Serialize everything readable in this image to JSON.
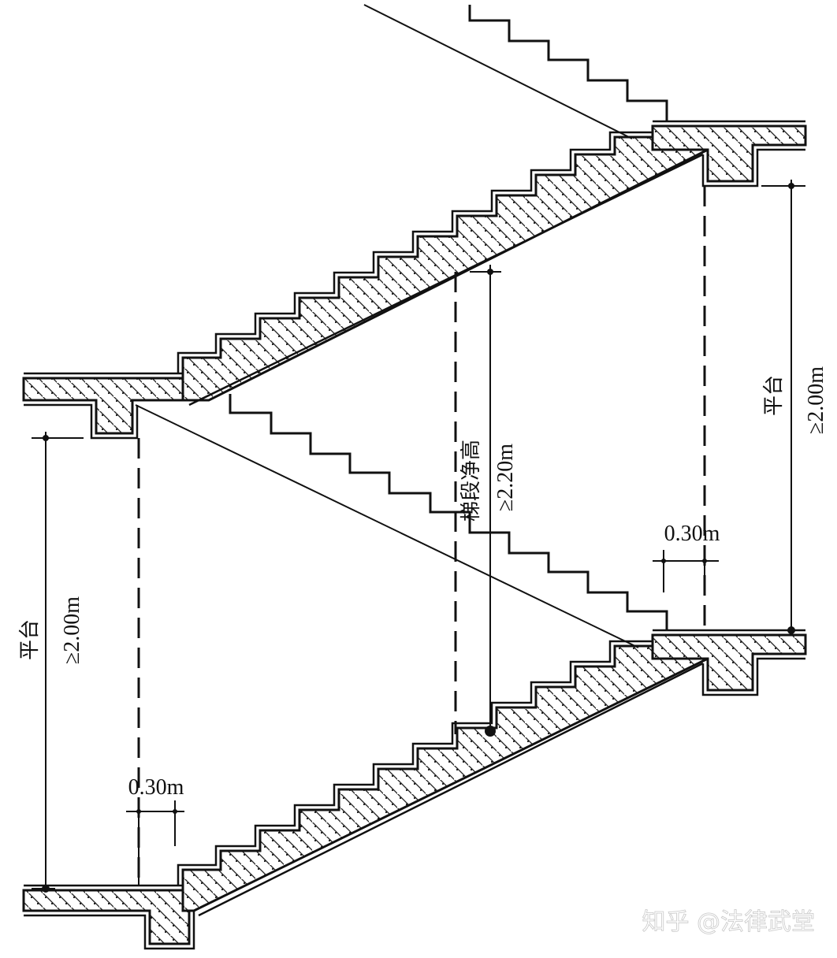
{
  "annotations": {
    "landing_left": "平台",
    "landing_left_value": "≥2.00m",
    "landing_right": "平台",
    "landing_right_value": "≥2.00m",
    "stair_clearance": "梯段净高",
    "stair_clearance_value": "≥2.20m",
    "offset_bottom": "0.30m",
    "offset_right": "0.30m"
  },
  "watermark": "知乎 @法律武堂",
  "colors": {
    "line": "#111111",
    "background": "#ffffff"
  }
}
